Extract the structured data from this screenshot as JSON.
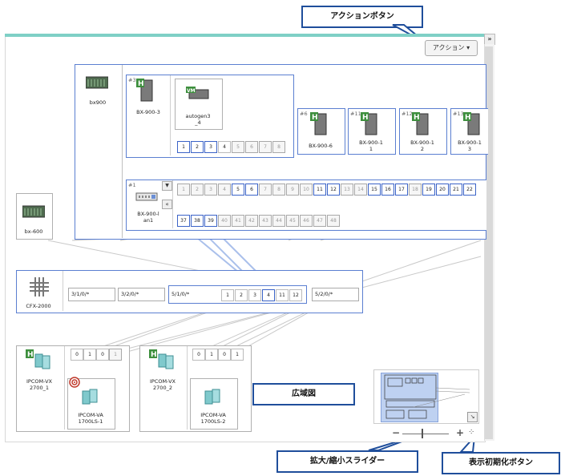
{
  "callouts": {
    "action_button": "アクションボタン",
    "overview_map": "広域図",
    "zoom_slider": "拡大/縮小スライダー",
    "reset_view": "表示初期化ボタン"
  },
  "toolbar": {
    "action_label": "アクション",
    "collapse_label": "»",
    "zoom_minus": "−",
    "zoom_plus": "+",
    "reset_glyph": "⁘"
  },
  "chassis": [
    {
      "label": "bx900"
    },
    {
      "label": "bx-600"
    }
  ],
  "servers": [
    {
      "number": "#3",
      "label": "BX-900-3"
    },
    {
      "number": "#6",
      "label": "BX-900-6"
    },
    {
      "number": "#11",
      "label": "BX-900-1\n1"
    },
    {
      "number": "#12",
      "label": "BX-900-1\n2"
    },
    {
      "number": "#13",
      "label": "BX-900-1\n3"
    }
  ],
  "vm": {
    "badge": "VM",
    "label": "autogen3\n_4",
    "ports": [
      "1",
      "2",
      "3",
      "4",
      "5",
      "6",
      "7",
      "8"
    ]
  },
  "switch": {
    "number": "#1",
    "label": "BX-900-l\nan1",
    "collapse_glyph": "«",
    "dropdown_glyph": "▼",
    "ports_row1": [
      "1",
      "2",
      "3",
      "4",
      "5",
      "6",
      "7",
      "8",
      "9",
      "10",
      "11",
      "12",
      "13",
      "14",
      "15",
      "16",
      "17",
      "18",
      "19",
      "20",
      "21",
      "22"
    ],
    "ports_row2": [
      "37",
      "38",
      "39",
      "40",
      "41",
      "42",
      "43",
      "44",
      "45",
      "46",
      "47",
      "48"
    ]
  },
  "core": {
    "label": "CFX-2000",
    "uplinks": [
      "3/1/0/*",
      "3/2/0/*",
      "5/1/0/*",
      "5/2/0/*"
    ],
    "ports": [
      "1",
      "2",
      "3",
      "4",
      "11",
      "12"
    ]
  },
  "ipcom": [
    {
      "host": "IPCOM-VX\n2700_1",
      "va": "IPCOM-VA\n1700LS-1",
      "ports": [
        "0",
        "1",
        "0",
        "1"
      ]
    },
    {
      "host": "IPCOM-VX\n2700_2",
      "va": "IPCOM-VA\n1700LS-2",
      "ports": [
        "0",
        "1",
        "0",
        "1"
      ]
    }
  ]
}
